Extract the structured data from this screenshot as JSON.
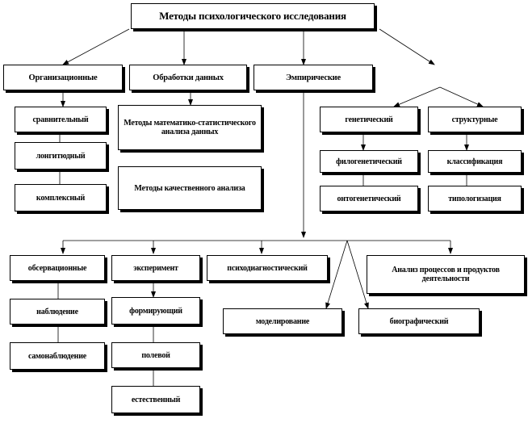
{
  "diagram": {
    "title": "Методы психологического исследования",
    "level1": {
      "organizational": "Организационные",
      "processing": "Обработки данных",
      "empirical": "Эмпирические"
    },
    "organizational_methods": [
      "сравнительный",
      "лонгитюдный",
      "комплексный"
    ],
    "processing_methods": {
      "math_stat": "Методы математико-статистического анализа данных",
      "qualitative": "Методы качественного анализа"
    },
    "interpretive": {
      "genetic": "генетический",
      "structural": "структурные",
      "genetic_items": [
        "филогенетический",
        "онтогенетический"
      ],
      "structural_items": [
        "классификация",
        "типологизация"
      ]
    },
    "empirical_methods": {
      "observational": "обсервационные",
      "experiment": "эксперимент",
      "psychodiagnostic": "психодиагностический",
      "activity_analysis": "Анализ процессов и продуктов деятельности",
      "modeling": "моделирование",
      "biographical": "биографический",
      "observational_items": [
        "наблюдение",
        "самонаблюдение"
      ],
      "experiment_items": [
        "формирующий",
        "полевой",
        "естественный"
      ]
    }
  }
}
